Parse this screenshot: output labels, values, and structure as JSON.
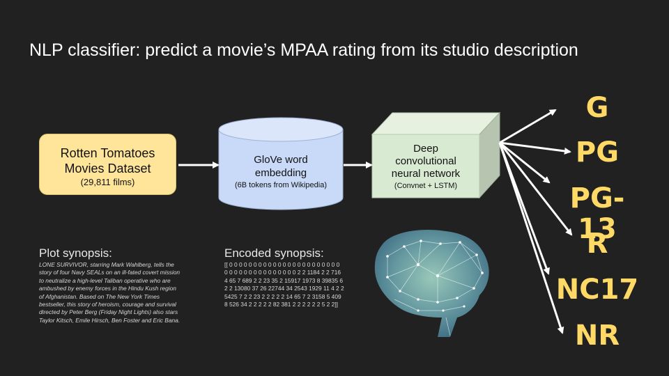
{
  "title": "NLP classifier: predict a movie’s MPAA rating from its studio description",
  "pipeline": {
    "dataset": {
      "line1": "Rotten Tomatoes",
      "line2": "Movies Dataset",
      "line3": "(29,811 films)",
      "fill": "#ffe599"
    },
    "glove": {
      "line1": "GloVe word",
      "line2": "embedding",
      "line3": "(6B tokens from Wikipedia)",
      "fill": "#c9daf8"
    },
    "cnn": {
      "line1": "Deep",
      "line2": "convolutional",
      "line3": "neural network",
      "line4": "(Convnet + LSTM)",
      "fill": "#d9ead3"
    }
  },
  "ratings": [
    "G",
    "PG",
    "PG-13",
    "R",
    "NC17",
    "NR"
  ],
  "rating_color": "#ffd966",
  "plot": {
    "heading": "Plot synopsis:",
    "text": "LONE SURVIVOR, starring Mark Wahlberg, tells the story of four Navy SEALs on an ill-fated covert mission to neutralize a high-level Taliban operative who are ambushed by enemy forces in the Hindu Kush region of Afghanistan. Based on The New York Times bestseller, this story of heroism, courage and survival directed by Peter Berg (Friday Night Lights) also stars Taylor Kitsch, Emile Hirsch, Ben Foster and Eric Bana."
  },
  "encoded": {
    "heading": "Encoded synopsis:",
    "text": "[[ 0 0 0 0 0 0 0 0 0 0 0 0 0 0 0 0 0 0 0 0 0 0 0 0 0 0 0 0 0 0 0 0 0 0 0 0 0 0 2 2 1184 2 2 716 4 65 7 689 2 2 23 35 2 15917 1973 8 39835 6 2 2 13080 37 26 22744 34 2543 1929 11 4 2 2 5425 7 2 2 23 2 2 2 2 2 14 65 7 2 3158 5 4098 526 34 2 2 2 2 2 82 381 2 2 2 2 2 2 5 2 2]]"
  },
  "icons": {
    "brain": "brain-network-icon"
  }
}
